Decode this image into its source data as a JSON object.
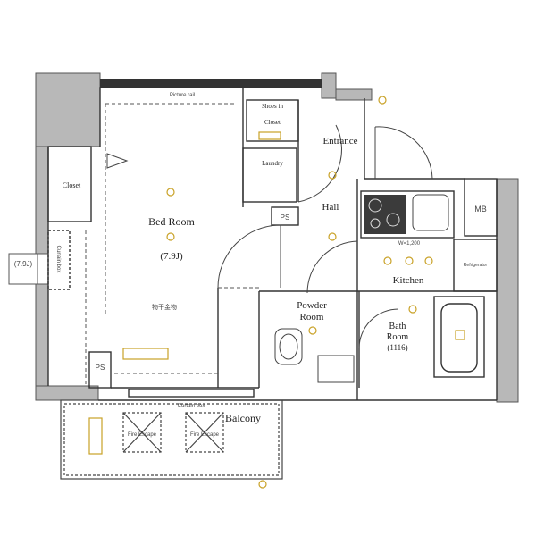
{
  "floorplan": {
    "rooms": {
      "bedroom": "Bed Room",
      "bedroom_size": "(7.9J)",
      "hall": "Hall",
      "entrance": "Entrance",
      "kitchen": "Kitchen",
      "powder_room_line1": "Powder",
      "powder_room_line2": "Room",
      "bath_room_line1": "Bath",
      "bath_room_line2": "Room",
      "bath_room_size": "(1116)",
      "balcony": "Balcony",
      "closet_left": "Closet",
      "closet_top": "Closet",
      "shoes_in": "Shoes in",
      "laundry": "Laundry"
    },
    "fixtures": {
      "ps_hall": "PS",
      "ps_bedroom": "PS",
      "mb": "MB",
      "kitchen_width": "W=1,200",
      "picture_rail": "Picture rail",
      "curtain_box": "Curtain box",
      "curtain_box_side": "Curtain box",
      "indoor_drying": "物干金物",
      "fire_escape_1": "Fire Escape",
      "fire_escape_2": "Fire Escape",
      "ceiling_unit": "Refrigerator"
    },
    "dimension": "(7.9J)"
  }
}
